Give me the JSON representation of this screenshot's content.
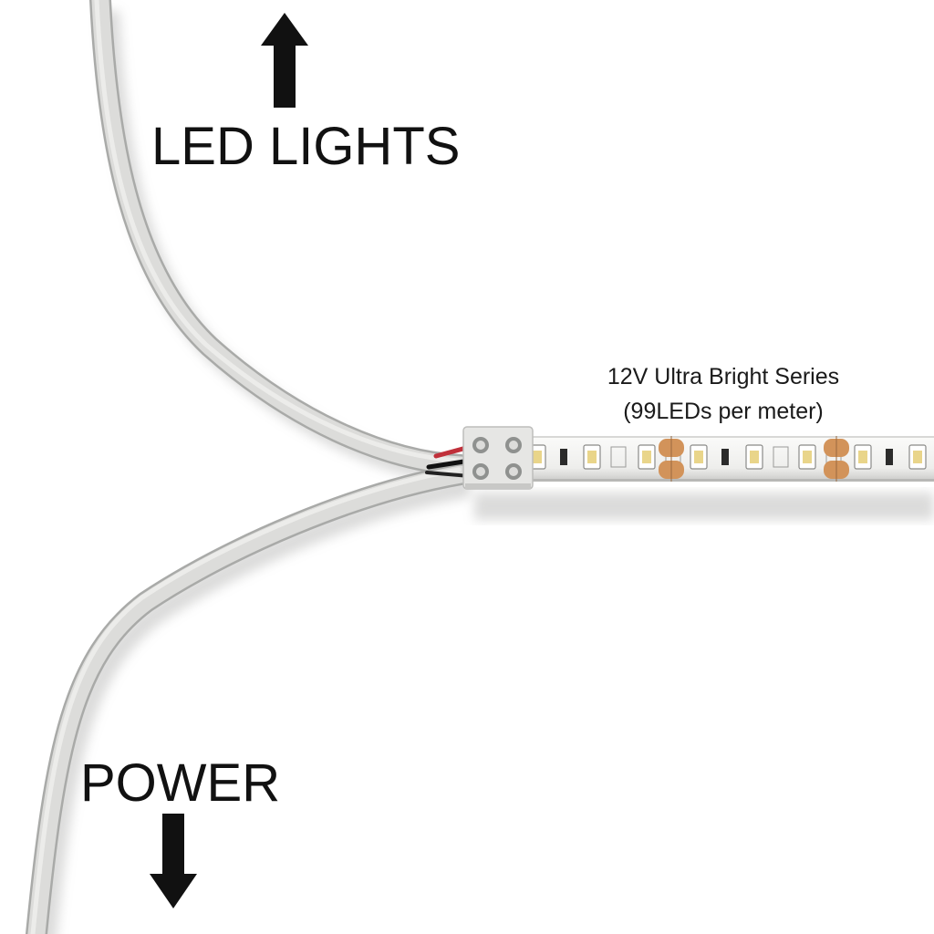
{
  "labels": {
    "led_lights": "LED LIGHTS",
    "power": "POWER",
    "series_line1": "12V Ultra Bright Series",
    "series_line2": "(99LEDs per meter)"
  },
  "icons": {
    "up": "arrow-up-icon",
    "down": "arrow-down-icon"
  },
  "colors": {
    "background": "#ffffff",
    "text": "#111111",
    "cable": "#d9d9d7",
    "cable_edge": "#a9aaa8",
    "strip": "#f2f2f0",
    "led_yellow": "#e9d58a",
    "solder_pad": "#d2935a"
  }
}
